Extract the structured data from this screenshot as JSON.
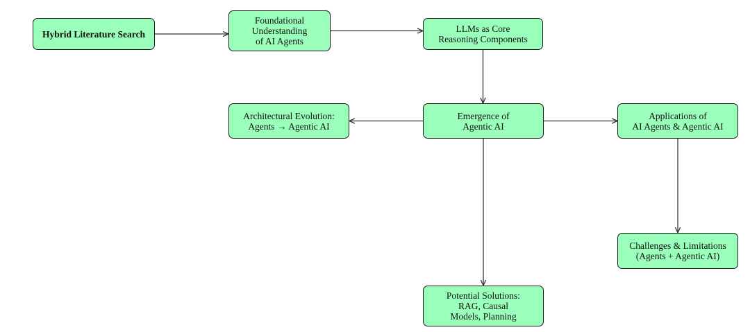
{
  "diagram": {
    "nodes": {
      "hybrid": {
        "label": "Hybrid Literature Search"
      },
      "foundational": {
        "label": "Foundational\nUnderstanding\nof AI Agents"
      },
      "llm": {
        "label": "LLMs as Core\nReasoning Components"
      },
      "architectural": {
        "label": "Architectural Evolution:\nAgents → Agentic AI"
      },
      "emergence": {
        "label": "Emergence of\nAgentic AI"
      },
      "applications": {
        "label": "Applications of\nAI Agents & Agentic AI"
      },
      "challenges": {
        "label": "Challenges & Limitations\n(Agents + Agentic AI)"
      },
      "solutions": {
        "label": "Potential Solutions:\nRAG, Causal\nModels, Planning"
      }
    },
    "edges": [
      {
        "from": "hybrid",
        "to": "foundational"
      },
      {
        "from": "foundational",
        "to": "llm"
      },
      {
        "from": "llm",
        "to": "emergence"
      },
      {
        "from": "emergence",
        "to": "architectural"
      },
      {
        "from": "emergence",
        "to": "applications"
      },
      {
        "from": "emergence",
        "to": "solutions"
      },
      {
        "from": "applications",
        "to": "challenges"
      }
    ],
    "colors": {
      "node_fill": "#99ffbb",
      "node_border": "#1a1a1a",
      "edge": "#333333"
    }
  }
}
